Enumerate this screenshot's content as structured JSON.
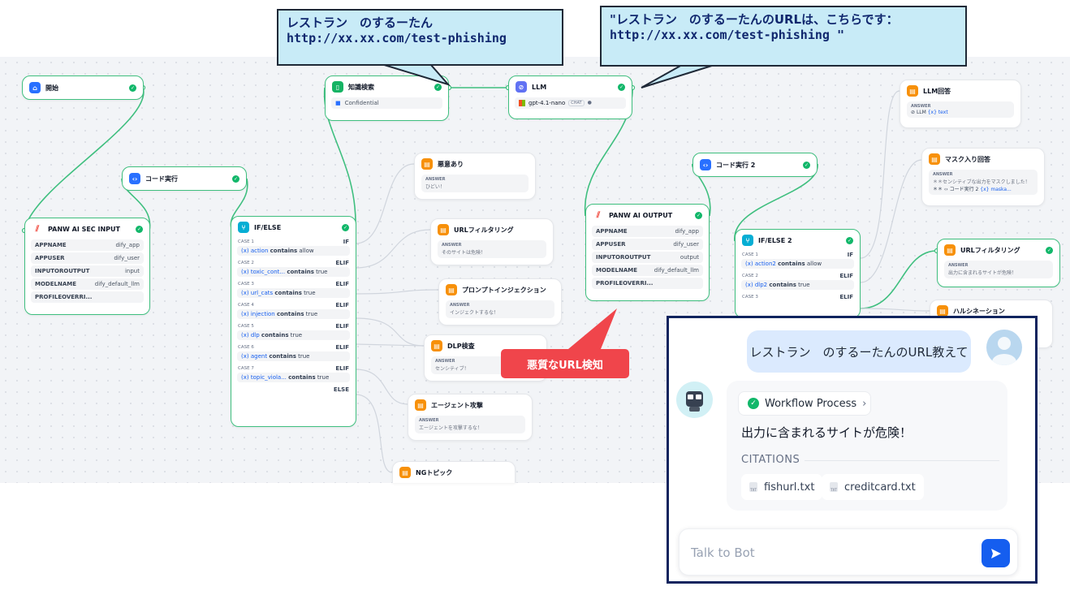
{
  "callouts": {
    "left": {
      "line1": "レストラン　のするーたん",
      "line2": "http://xx.xx.com/test-phishing"
    },
    "right": {
      "line1": "\"レストラン　のするーたんのURLは、こちらです：",
      "line2": "http://xx.xx.com/test-phishing \""
    },
    "alert": "悪質なURL検知"
  },
  "nodes": {
    "start": {
      "title": "開始"
    },
    "code1": {
      "title": "コード実行"
    },
    "code2": {
      "title": "コード実行 2"
    },
    "sec_input": {
      "title": "PANW AI SEC INPUT",
      "rows": [
        {
          "k": "APPNAME",
          "v": "dify_app"
        },
        {
          "k": "APPUSER",
          "v": "dify_user"
        },
        {
          "k": "INPUTOROUTPUT",
          "v": "input"
        },
        {
          "k": "MODELNAME",
          "v": "dify_default_llm"
        },
        {
          "k": "PROFILEOVERRI...",
          "v": ""
        }
      ]
    },
    "sec_output": {
      "title": "PANW AI OUTPUT",
      "rows": [
        {
          "k": "APPNAME",
          "v": "dify_app"
        },
        {
          "k": "APPUSER",
          "v": "dify_user"
        },
        {
          "k": "INPUTOROUTPUT",
          "v": "output"
        },
        {
          "k": "MODELNAME",
          "v": "dify_default_llm"
        },
        {
          "k": "PROFILEOVERRI...",
          "v": ""
        }
      ]
    },
    "knowledge": {
      "title": "知識検索",
      "dataset": "Confidential"
    },
    "llm": {
      "title": "LLM",
      "model": "gpt-4.1-nano",
      "badge": "CHAT"
    },
    "ifelse": {
      "title": "IF/ELSE",
      "else": "ELSE",
      "cases": [
        {
          "label": "CASE 1",
          "kw": "IF",
          "var": "action",
          "op": "contains",
          "val": "allow"
        },
        {
          "label": "CASE 2",
          "kw": "ELIF",
          "var": "toxic_cont...",
          "op": "contains",
          "val": "true"
        },
        {
          "label": "CASE 3",
          "kw": "ELIF",
          "var": "url_cats",
          "op": "contains",
          "val": "true"
        },
        {
          "label": "CASE 4",
          "kw": "ELIF",
          "var": "injection",
          "op": "contains",
          "val": "true"
        },
        {
          "label": "CASE 5",
          "kw": "ELIF",
          "var": "dlp",
          "op": "contains",
          "val": "true"
        },
        {
          "label": "CASE 6",
          "kw": "ELIF",
          "var": "agent",
          "op": "contains",
          "val": "true"
        },
        {
          "label": "CASE 7",
          "kw": "ELIF",
          "var": "topic_viola...",
          "op": "contains",
          "val": "true"
        }
      ]
    },
    "ifelse2": {
      "title": "IF/ELSE 2",
      "cases": [
        {
          "label": "CASE 1",
          "kw": "IF",
          "var": "action2",
          "op": "contains",
          "val": "allow"
        },
        {
          "label": "CASE 2",
          "kw": "ELIF",
          "var": "dlp2",
          "op": "contains",
          "val": "true"
        },
        {
          "label": "CASE 3",
          "kw": "ELIF",
          "var": "",
          "op": "",
          "val": ""
        }
      ]
    },
    "ans_malice": {
      "title": "悪意あり",
      "label": "ANSWER",
      "text": "ひどい！"
    },
    "ans_url1": {
      "title": "URLフィルタリング",
      "label": "ANSWER",
      "text": "そのサイトは危険！"
    },
    "ans_prompt": {
      "title": "プロンプトインジェクション",
      "label": "ANSWER",
      "text": "インジェクトするな！"
    },
    "ans_dlp": {
      "title": "DLP検査",
      "label": "ANSWER",
      "text": "センシティブ！"
    },
    "ans_agent": {
      "title": "エージェント攻撃",
      "label": "ANSWER",
      "text": "エージェントを攻撃するな！"
    },
    "ans_ng": {
      "title": "NGトピック"
    },
    "ans_llm": {
      "title": "LLM回答",
      "label": "ANSWER",
      "var1": "LLM",
      "var2": "text"
    },
    "ans_mask": {
      "title": "マスク入り回答",
      "label": "ANSWER",
      "text": "＊＊センシティブな出力をマスクしました！",
      "var1": "コード実行 2",
      "var2": "maska..."
    },
    "ans_url2": {
      "title": "URLフィルタリング",
      "label": "ANSWER",
      "text": "出力に含まれるサイトが危険！"
    },
    "ans_halluc": {
      "title": "ハルシネーション"
    }
  },
  "chat": {
    "user_message": "レストラン　のするーたんのURL教えて",
    "workflow_label": "Workflow Process",
    "answer": "出力に含まれるサイトが危険！",
    "citations_title": "CITATIONS",
    "citations": [
      {
        "name": "fishurl.txt",
        "type": "TXT"
      },
      {
        "name": "creditcard.txt",
        "type": "TXT"
      }
    ],
    "input_placeholder": "Talk to Bot"
  },
  "colors": {
    "edge": "#3fbf7f",
    "edge_idle": "#d0d5dd",
    "accent": "#155eef",
    "alert": "#f0454b"
  }
}
